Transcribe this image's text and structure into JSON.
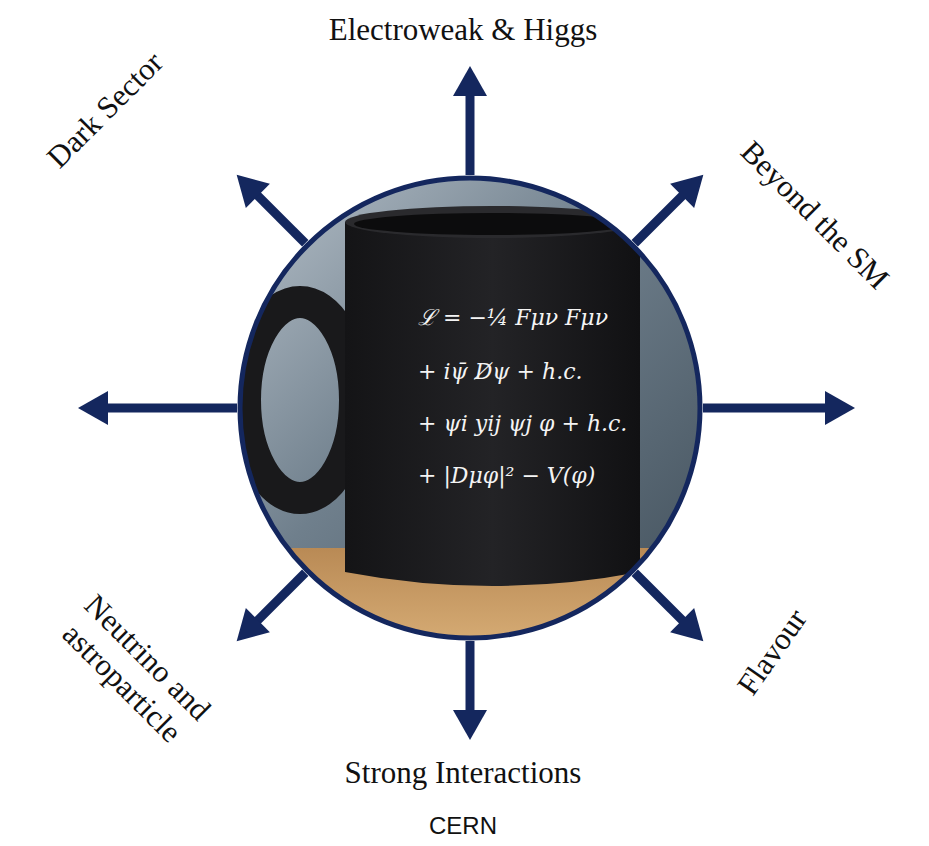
{
  "diagram": {
    "labels": [
      "Electroweak & Higgs",
      "Beyond the SM",
      "Flavour",
      "Strong Interactions",
      "Neutrino and astroparticle",
      "Dark Sector",
      "CERN",
      "ℒ = −¼ Fμν Fμν",
      "+ iψ̄ D̸ψ + h.c.",
      "+ ψi yij ψj φ + h.c.",
      "+ |Dμφ|² − V(φ)"
    ]
  }
}
